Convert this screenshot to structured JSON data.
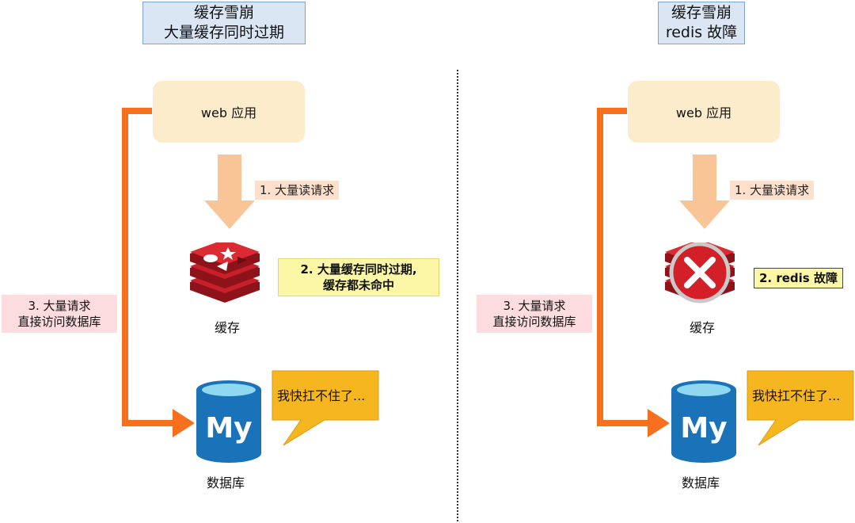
{
  "colors": {
    "title_bg": "#dbe6f5",
    "web_bg": "#fdeccc",
    "flow_orange": "#f7701e",
    "arrow_peach": "#f9c597",
    "read_label_bg": "#fde0cc",
    "note_yellow": "#fbf7a6",
    "direct_label_bg": "#fcdcdf",
    "redis_red": "#c8202a",
    "mysql_blue": "#1a72b9",
    "bubble_yellow": "#f6b620"
  },
  "panels": [
    {
      "title_line1": "缓存雪崩",
      "title_line2": "大量缓存同时过期",
      "web_app": "web 应用",
      "step1": "1. 大量读请求",
      "step2_line1": "2. 大量缓存同时过期,",
      "step2_line2": "缓存都未命中",
      "step3_line1": "3. 大量请求",
      "step3_line2": "直接访问数据库",
      "cache_label": "缓存",
      "db_label": "数据库",
      "db_logo": "My",
      "bubble_text": "我快扛不住了...",
      "cache_icon": "redis-icon"
    },
    {
      "title_line1": "缓存雪崩",
      "title_line2": "redis 故障",
      "web_app": "web 应用",
      "step1": "1. 大量读请求",
      "step2": "2. redis 故障",
      "step3_line1": "3. 大量请求",
      "step3_line2": "直接访问数据库",
      "cache_label": "缓存",
      "db_label": "数据库",
      "db_logo": "My",
      "bubble_text": "我快扛不住了...",
      "cache_icon": "redis-failed-icon"
    }
  ]
}
